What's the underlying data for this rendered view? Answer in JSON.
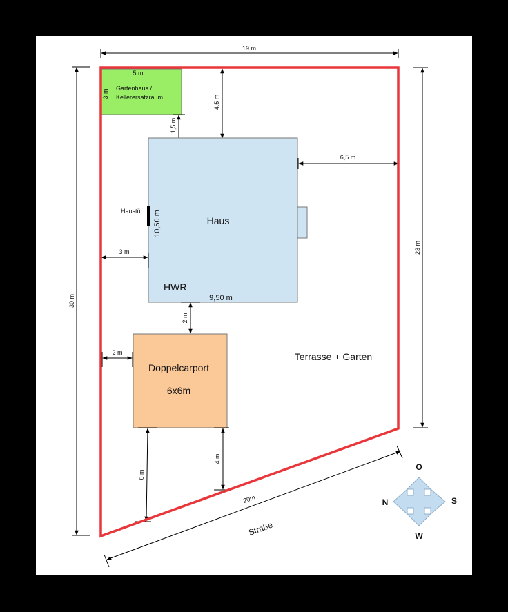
{
  "plan": {
    "colors": {
      "boundary": "#e8363a",
      "haus": "#cfe4f3",
      "carport": "#fbc898",
      "gartenhaus": "#99ee66",
      "compass": "#c4dcef"
    },
    "labels": {
      "haus": "Haus",
      "hwr": "HWR",
      "haustuer": "Haustür",
      "doppelcarport": "Doppelcarport",
      "carport_size": "6x6m",
      "gartenhaus_line1": "Gartenhaus /",
      "gartenhaus_line2": "Kellerersatzraum",
      "terrasse": "Terrasse + Garten",
      "strasse": "Straße"
    },
    "dimensions": {
      "top_width": "19 m",
      "left_length": "30 m",
      "right_length": "23 m",
      "street_length": "20m",
      "gartenhaus_width": "5 m",
      "gartenhaus_depth": "3 m",
      "gartenhaus_to_haus": "1,5 m",
      "top_to_haus": "4,5 m",
      "haus_to_right": "6,5 m",
      "haus_depth": "10,50 m",
      "haus_width": "9,50 m",
      "left_to_haus": "3 m",
      "haus_to_carport": "2 m",
      "left_to_carport": "2 m",
      "carport_to_street_left": "6 m",
      "carport_to_street_right": "4 m"
    },
    "compass": {
      "north": "N",
      "south": "S",
      "east": "O",
      "west": "W"
    }
  }
}
